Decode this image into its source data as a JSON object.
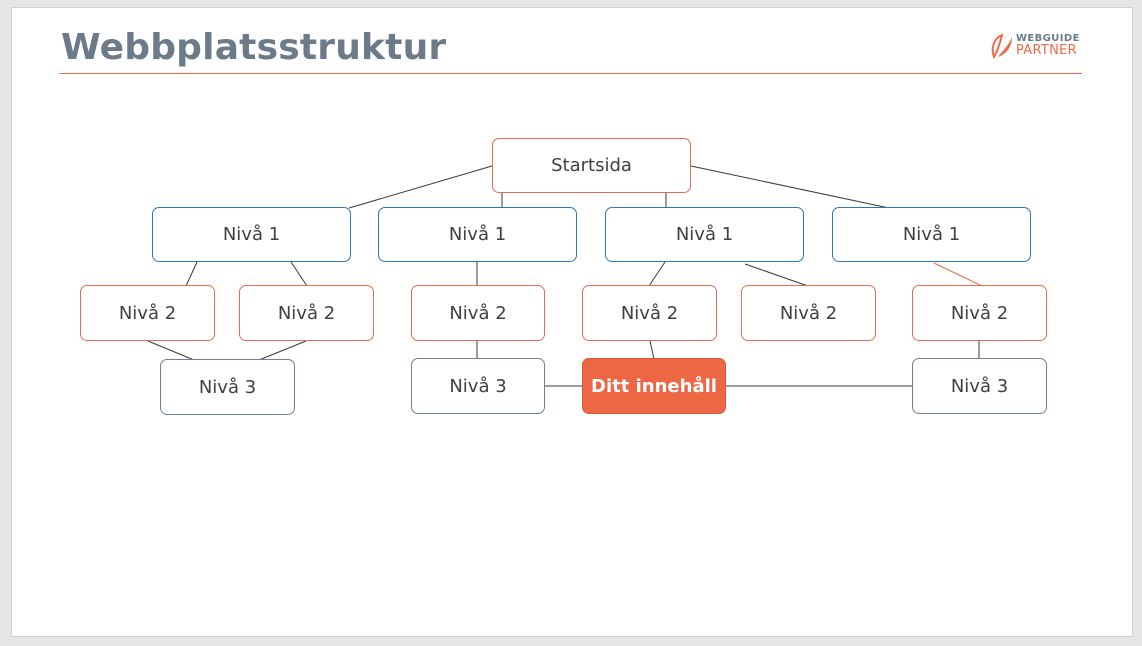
{
  "slide": {
    "title": "Webbplatsstruktur",
    "logo": {
      "line1": "WEBGUIDE",
      "line2": "PARTNER"
    }
  },
  "colors": {
    "accent": "#ed6a4a",
    "title": "#6c7a89",
    "level1_border": "#2c78b6",
    "level3_border": "#6d8096",
    "highlight_fill": "#ed6745"
  },
  "diagram": {
    "start": "Startsida",
    "level1": [
      "Nivå 1",
      "Nivå 1",
      "Nivå 1",
      "Nivå 1"
    ],
    "level2": [
      "Nivå 2",
      "Nivå 2",
      "Nivå 2",
      "Nivå 2",
      "Nivå 2",
      "Nivå 2"
    ],
    "level3": [
      "Nivå 3",
      "Nivå 3",
      "Nivå 3"
    ],
    "highlight": "Ditt innehåll"
  }
}
